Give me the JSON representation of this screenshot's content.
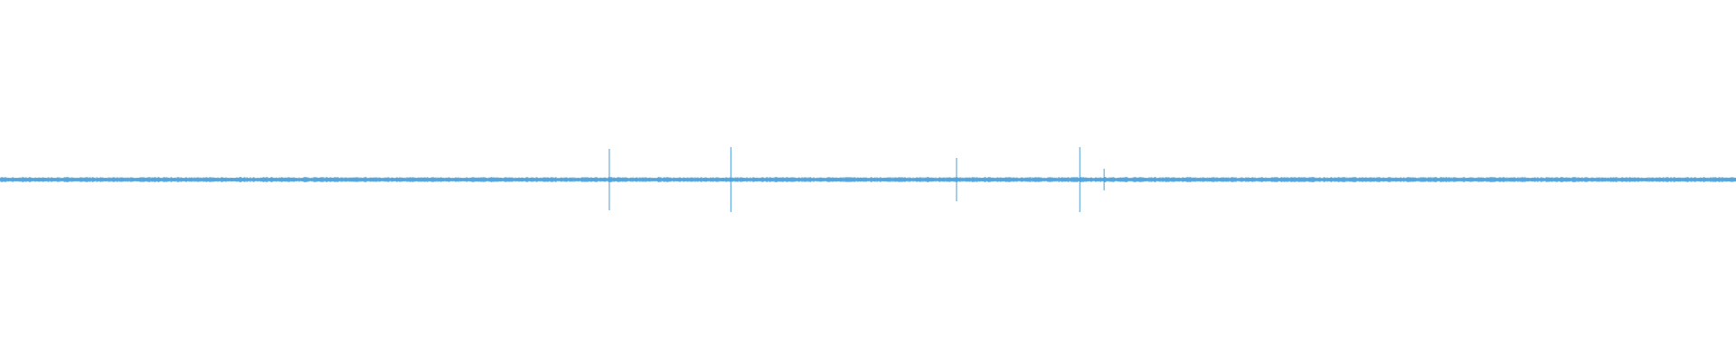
{
  "waveform": {
    "color": "#4a9fd8",
    "background": "#ffffff",
    "baseline_amplitude": 0.012,
    "noise_amplitude": 0.006,
    "transients": [
      {
        "position": 0.351,
        "amplitude": 0.085
      },
      {
        "position": 0.421,
        "amplitude": 0.09
      },
      {
        "position": 0.551,
        "amplitude": 0.06
      },
      {
        "position": 0.622,
        "amplitude": 0.09
      },
      {
        "position": 0.636,
        "amplitude": 0.03
      }
    ]
  }
}
